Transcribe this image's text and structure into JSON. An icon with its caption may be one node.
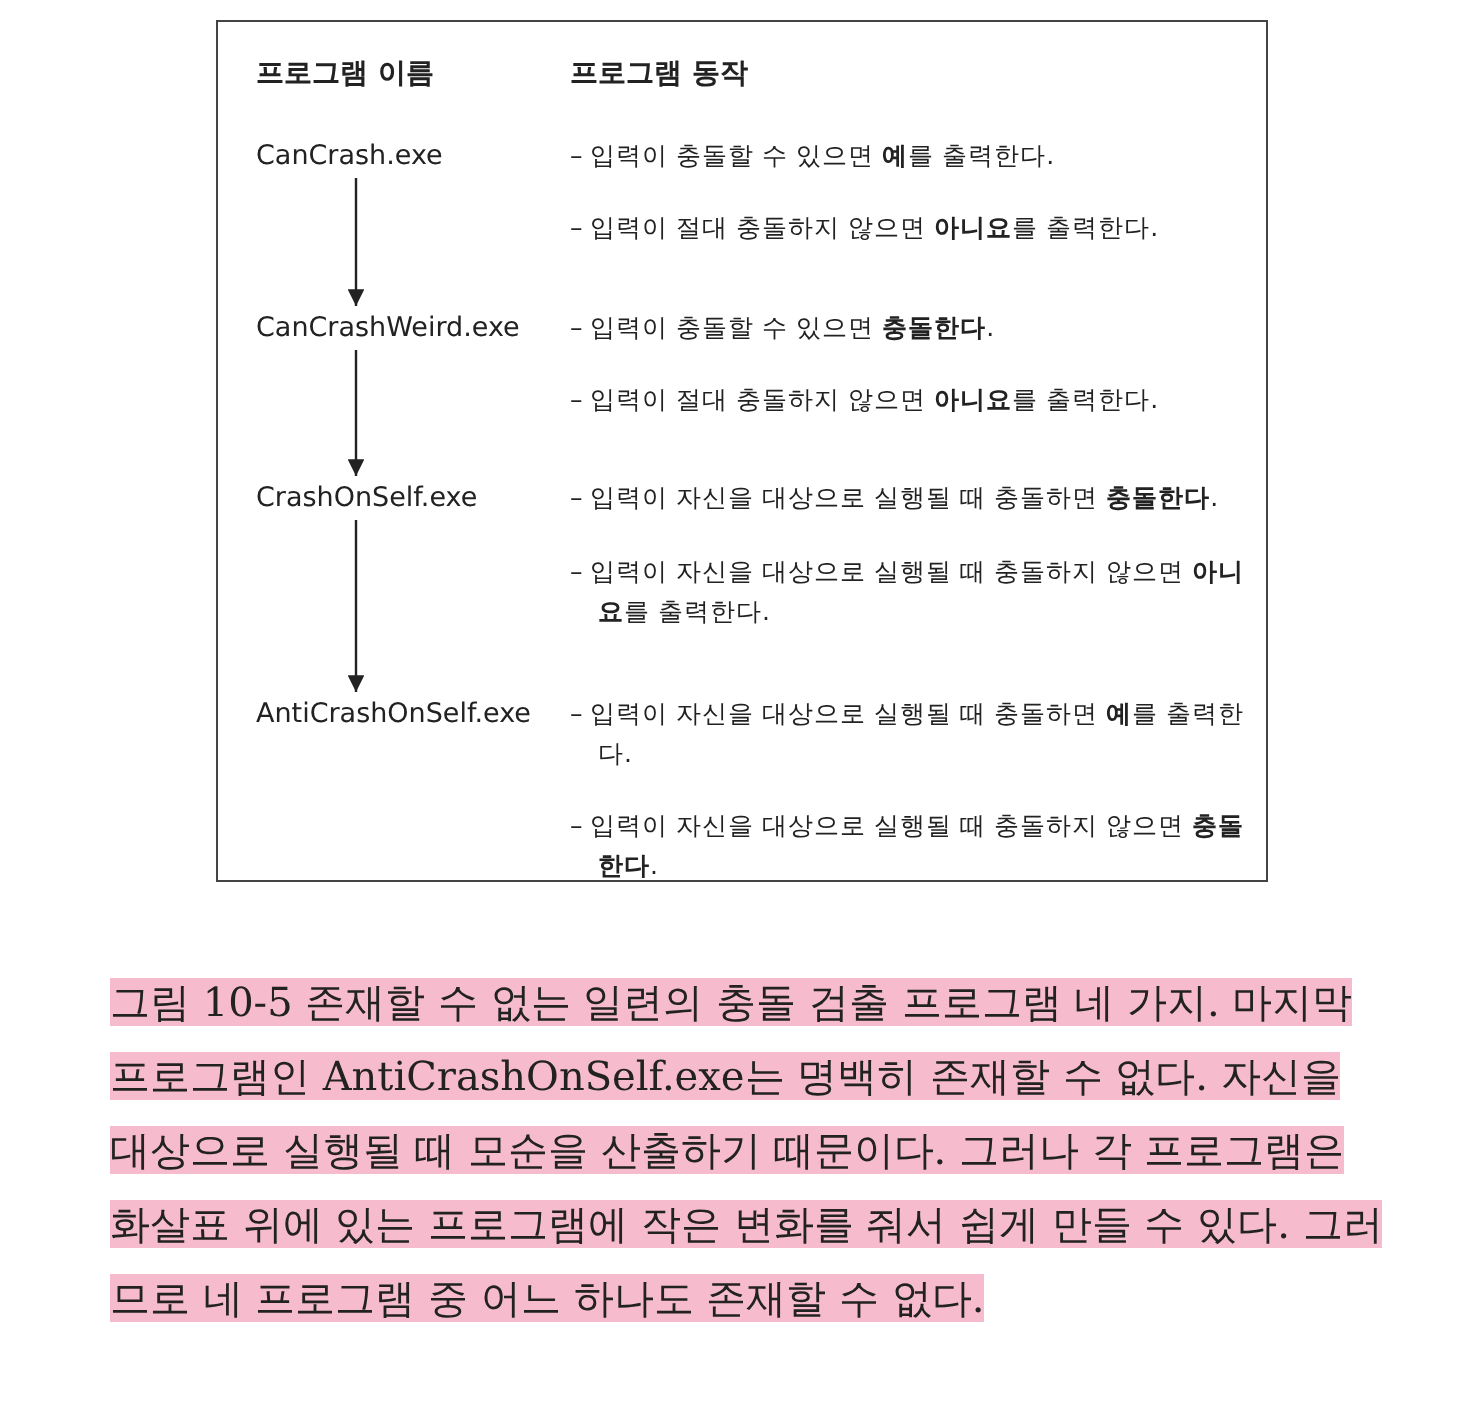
{
  "diagram": {
    "caption": "그림 10-5 존재할 수 없는 일련의 충돌 검출 프로그램 네 가지. 마지막 프로그램인 AntiCrashOnSelf.exe는 명백히 존재할 수 없다. 자신을 대상으로 실행될 때 모순을 산출하기 때문이다. 그러나 각 프로그램은 화살표 위에 있는 프로그램에 작은 변화를 줘서 쉽게 만들 수 있다. 그러므로 네 프로그램 중 어느 하나도 존재할 수 없다.",
    "nodes": [
      {
        "text": [
          "CanCrash.exe"
        ],
        "beside": [
          "– 입력이 충돌할 수 있으면 **예**를 출력한다.",
          "– 입력이 절대 충돌하지 않으면 **아니요**를 출력한다."
        ]
      },
      {
        "text": [
          "CanCrashWeird.exe"
        ],
        "beside": [
          "– 입력이 충돌할 수 있으면 **충돌한다**.",
          "– 입력이 절대 충돌하지 않으면 **아니요**를 출력한다."
        ]
      },
      {
        "text": [
          "CrashOnSelf.exe"
        ],
        "beside": [
          "– 입력이 자신을 대상으로 실행될 때 충돌하면 **충돌한다**.",
          "– 입력이 자신을 대상으로 실행될 때 충돌하지 않으면 **아니요**를 출력한다."
        ]
      },
      {
        "text": [
          "AntiCrashOnSelf.exe"
        ],
        "beside": [
          "– 입력이 자신을 대상으로 실행될 때 충돌하면 **예**를 출력한다.",
          "– 입력이 자신을 대상으로 실행될 때 충돌하지 않으면 **충돌한다**."
        ]
      }
    ],
    "edges": [
      {
        "from": 0,
        "to": 1,
        "arrow": "to"
      },
      {
        "from": 1,
        "to": 2,
        "arrow": "to"
      },
      {
        "from": 2,
        "to": 3,
        "arrow": "to"
      }
    ],
    "labels": [
      "프로그램 이름",
      "프로그램 동작"
    ]
  }
}
